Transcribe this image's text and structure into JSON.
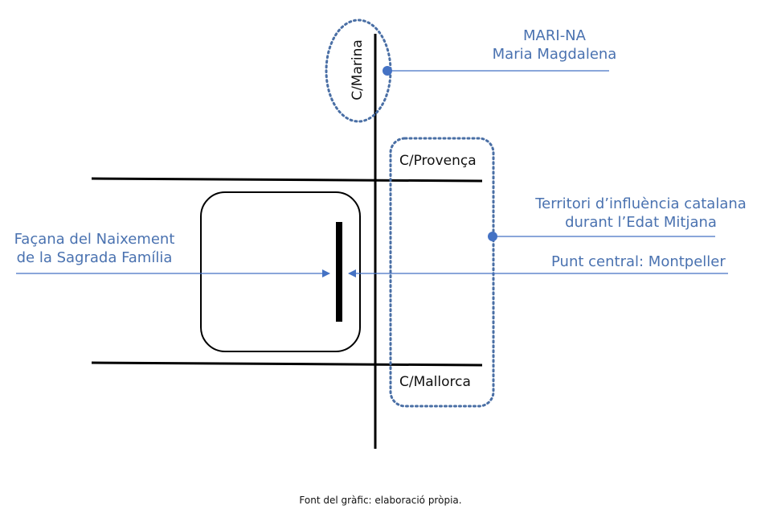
{
  "streets": {
    "marina": "C/Marina",
    "provenca": "C/Provença",
    "mallorca": "C/Mallorca"
  },
  "annotations": {
    "marina_title": "MARI-NA",
    "marina_subtitle": "Maria Magdalena",
    "territory_line1": "Territori d’influència catalana",
    "territory_line2": "durant l’Edat Mitjana",
    "central_point": "Punt central: Montpeller",
    "facade_line1": "Façana del Naixement",
    "facade_line2": "de la Sagrada Família"
  },
  "caption": "Font del gràfic: elaboració pròpia.",
  "colors": {
    "accent": "#4472c4",
    "text_accent": "#4a72b0",
    "lines": "#000000",
    "dotted": "#4a6fa5"
  }
}
